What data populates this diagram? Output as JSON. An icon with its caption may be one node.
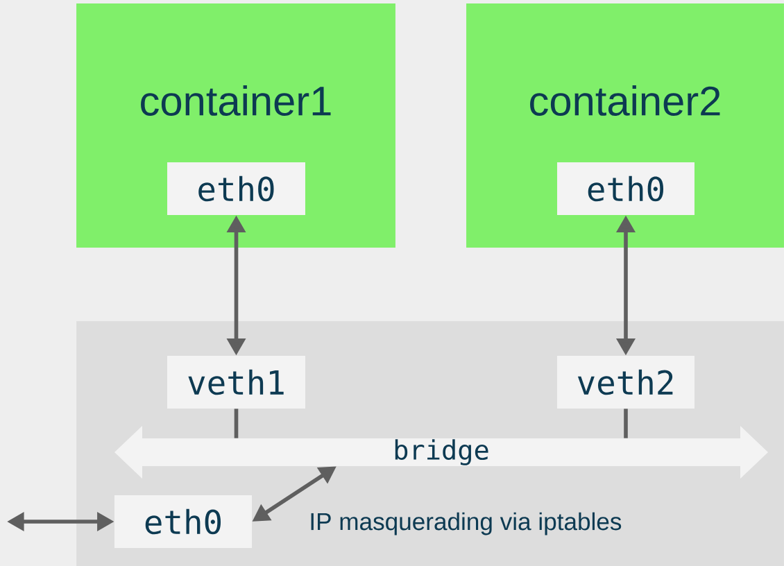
{
  "diagram": {
    "nodes": [
      {
        "text": [
          "container1"
        ]
      },
      {
        "text": [
          "eth0"
        ],
        "in": 0
      },
      {
        "text": [
          "container2"
        ]
      },
      {
        "text": [
          "eth0"
        ],
        "in": 2
      },
      {
        "text": [],
        "shape": "box"
      },
      {
        "text": [
          "veth1"
        ],
        "in": 4
      },
      {
        "text": [
          "veth2"
        ],
        "in": 4
      },
      {
        "text": [
          "bridge"
        ],
        "in": 4
      },
      {
        "text": [
          "eth0"
        ],
        "in": 4
      }
    ],
    "edges": [
      {
        "from": 1,
        "to": 5,
        "arrow": "both"
      },
      {
        "from": 3,
        "to": 6,
        "arrow": "both"
      },
      {
        "from": 5,
        "to": 7,
        "arrow": "none"
      },
      {
        "from": 6,
        "to": 7,
        "arrow": "none"
      },
      {
        "from": 8,
        "to": 7,
        "arrow": "both"
      },
      {
        "from": null,
        "to": 8,
        "arrow": "both"
      }
    ],
    "labels": [
      "IP masquerading via iptables"
    ]
  }
}
